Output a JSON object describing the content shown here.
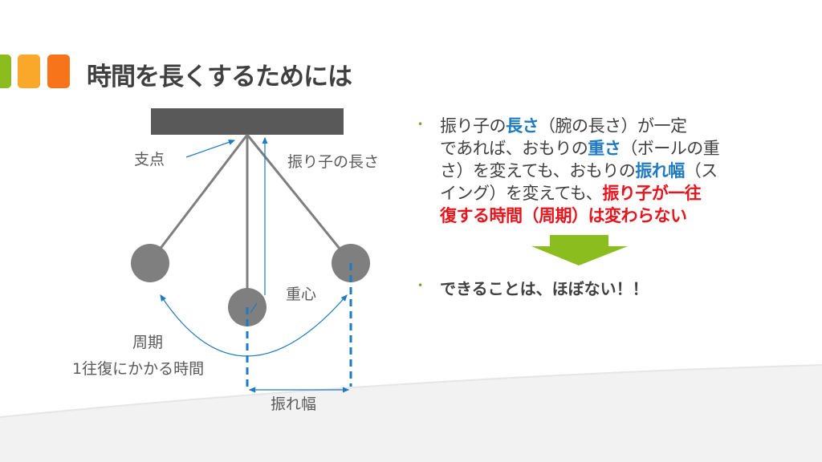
{
  "colors": {
    "green": "#8bbd1e",
    "orange": "#f9a82a",
    "dark_orange": "#f7741a",
    "blue": "#1f7ac0",
    "red": "#e8141c",
    "bar": "#595959",
    "ball": "#7f7f7f"
  },
  "title": "時間を長くするためには",
  "diagram": {
    "fulcrum_label": "支点",
    "length_label": "振り子の長さ",
    "center_label": "重心",
    "period_label": "周期",
    "period_desc": "1往復にかかる時間",
    "amplitude_label": "振れ幅"
  },
  "bullets": {
    "first_lines": [
      [
        {
          "t": "振り子の",
          "s": ""
        },
        {
          "t": "長さ",
          "s": "blue"
        },
        {
          "t": "（腕の長さ）が一定",
          "s": ""
        }
      ],
      [
        {
          "t": "であれば、おもりの",
          "s": ""
        },
        {
          "t": "重さ",
          "s": "blue"
        },
        {
          "t": "（ボールの重",
          "s": ""
        }
      ],
      [
        {
          "t": "さ）を変えても、おもりの",
          "s": ""
        },
        {
          "t": "振れ幅",
          "s": "blue"
        },
        {
          "t": "（ス",
          "s": ""
        }
      ],
      [
        {
          "t": "イング）を変えても、",
          "s": ""
        },
        {
          "t": "振り子が一往",
          "s": "red"
        }
      ],
      [
        {
          "t": "復する時間（周期）は変わらない",
          "s": "red"
        }
      ]
    ],
    "second": "できることは、ほぼない！！",
    "marker": "•"
  }
}
